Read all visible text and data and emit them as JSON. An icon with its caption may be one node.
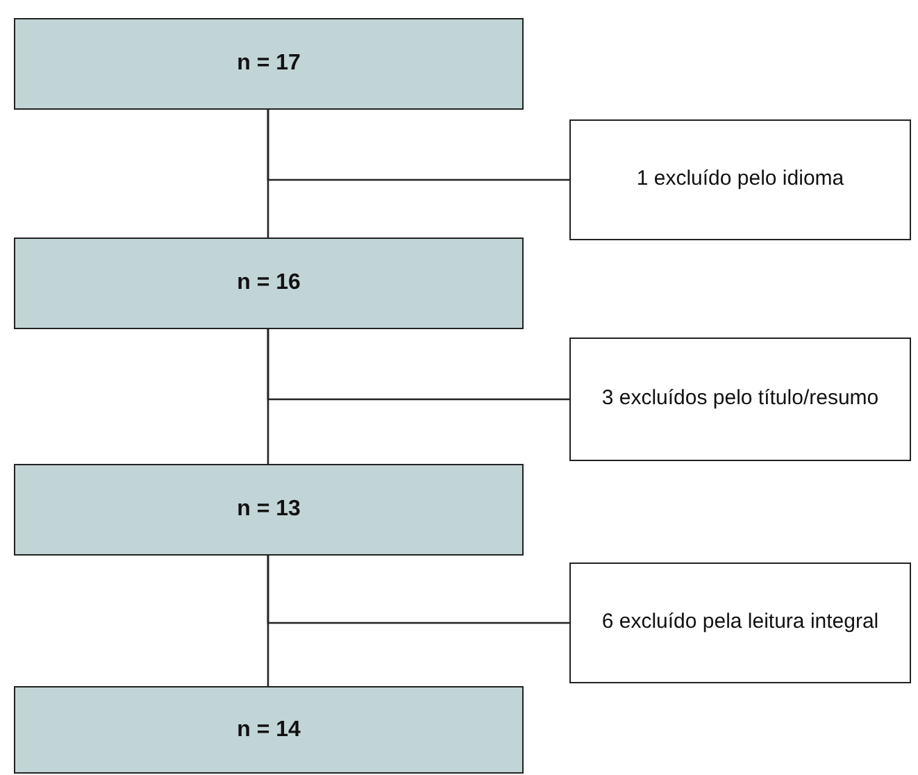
{
  "diagram": {
    "nodes": [
      {
        "text": [
          "n = 17"
        ]
      },
      {
        "text": [
          "1 excluído pelo idioma"
        ]
      },
      {
        "text": [
          "n = 16"
        ]
      },
      {
        "text": [
          "3 excluídos pelo título/resumo"
        ]
      },
      {
        "text": [
          "n = 13"
        ]
      },
      {
        "text": [
          "6 excluído pela leitura integral"
        ]
      },
      {
        "text": [
          "n = 14"
        ]
      }
    ],
    "edges": [
      {
        "from": 0,
        "to": 2,
        "arrow": "none"
      },
      {
        "from": 0,
        "to": 1,
        "arrow": "none"
      },
      {
        "from": 2,
        "to": 4,
        "arrow": "none"
      },
      {
        "from": 2,
        "to": 3,
        "arrow": "none"
      },
      {
        "from": 4,
        "to": 6,
        "arrow": "none"
      },
      {
        "from": 4,
        "to": 5,
        "arrow": "none"
      }
    ]
  }
}
